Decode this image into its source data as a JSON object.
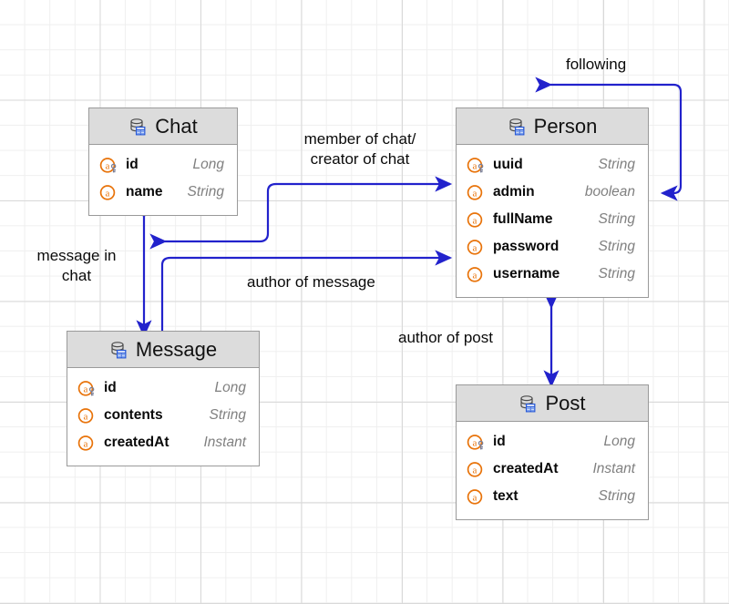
{
  "diagram": {
    "title": "Entity Relationship Diagram",
    "background": "#ffffff",
    "grid_color": "#efefef",
    "grid_major_color": "#d9d9d9",
    "edge_color": "#2222cc",
    "key_icon_color": "#e8730a",
    "header_fill": "#dcdcdc",
    "border_color": "#9a9a9a"
  },
  "entities": [
    {
      "id": "chat",
      "name": "Chat",
      "icon": "database-table-icon",
      "attributes": [
        {
          "name": "id",
          "type": "Long",
          "icon": "attribute-key-icon",
          "primary": true
        },
        {
          "name": "name",
          "type": "String",
          "icon": "attribute-icon",
          "primary": false
        }
      ]
    },
    {
      "id": "person",
      "name": "Person",
      "icon": "database-table-icon",
      "attributes": [
        {
          "name": "uuid",
          "type": "String",
          "icon": "attribute-key-icon",
          "primary": true
        },
        {
          "name": "admin",
          "type": "boolean",
          "icon": "attribute-icon",
          "primary": false
        },
        {
          "name": "fullName",
          "type": "String",
          "icon": "attribute-icon",
          "primary": false
        },
        {
          "name": "password",
          "type": "String",
          "icon": "attribute-icon",
          "primary": false
        },
        {
          "name": "username",
          "type": "String",
          "icon": "attribute-icon",
          "primary": false
        }
      ]
    },
    {
      "id": "message",
      "name": "Message",
      "icon": "database-table-icon",
      "attributes": [
        {
          "name": "id",
          "type": "Long",
          "icon": "attribute-key-icon",
          "primary": true
        },
        {
          "name": "contents",
          "type": "String",
          "icon": "attribute-icon",
          "primary": false
        },
        {
          "name": "createdAt",
          "type": "Instant",
          "icon": "attribute-icon",
          "primary": false
        }
      ]
    },
    {
      "id": "post",
      "name": "Post",
      "icon": "database-table-icon",
      "attributes": [
        {
          "name": "id",
          "type": "Long",
          "icon": "attribute-key-icon",
          "primary": true
        },
        {
          "name": "createdAt",
          "type": "Instant",
          "icon": "attribute-icon",
          "primary": false
        },
        {
          "name": "text",
          "type": "String",
          "icon": "attribute-icon",
          "primary": false
        }
      ]
    }
  ],
  "relationships": [
    {
      "id": "following",
      "label": "following",
      "from": "person",
      "to": "person",
      "arrows": "both"
    },
    {
      "id": "member-of-chat",
      "label": "member of chat/\ncreator of chat",
      "from": "chat",
      "to": "person",
      "arrows": "both"
    },
    {
      "id": "message-in-chat",
      "label": "message in\nchat",
      "from": "chat",
      "to": "message",
      "arrows": "both"
    },
    {
      "id": "author-of-message",
      "label": "author of message",
      "from": "message",
      "to": "person",
      "arrows": "both"
    },
    {
      "id": "author-of-post",
      "label": "author of post",
      "from": "person",
      "to": "post",
      "arrows": "both"
    }
  ]
}
